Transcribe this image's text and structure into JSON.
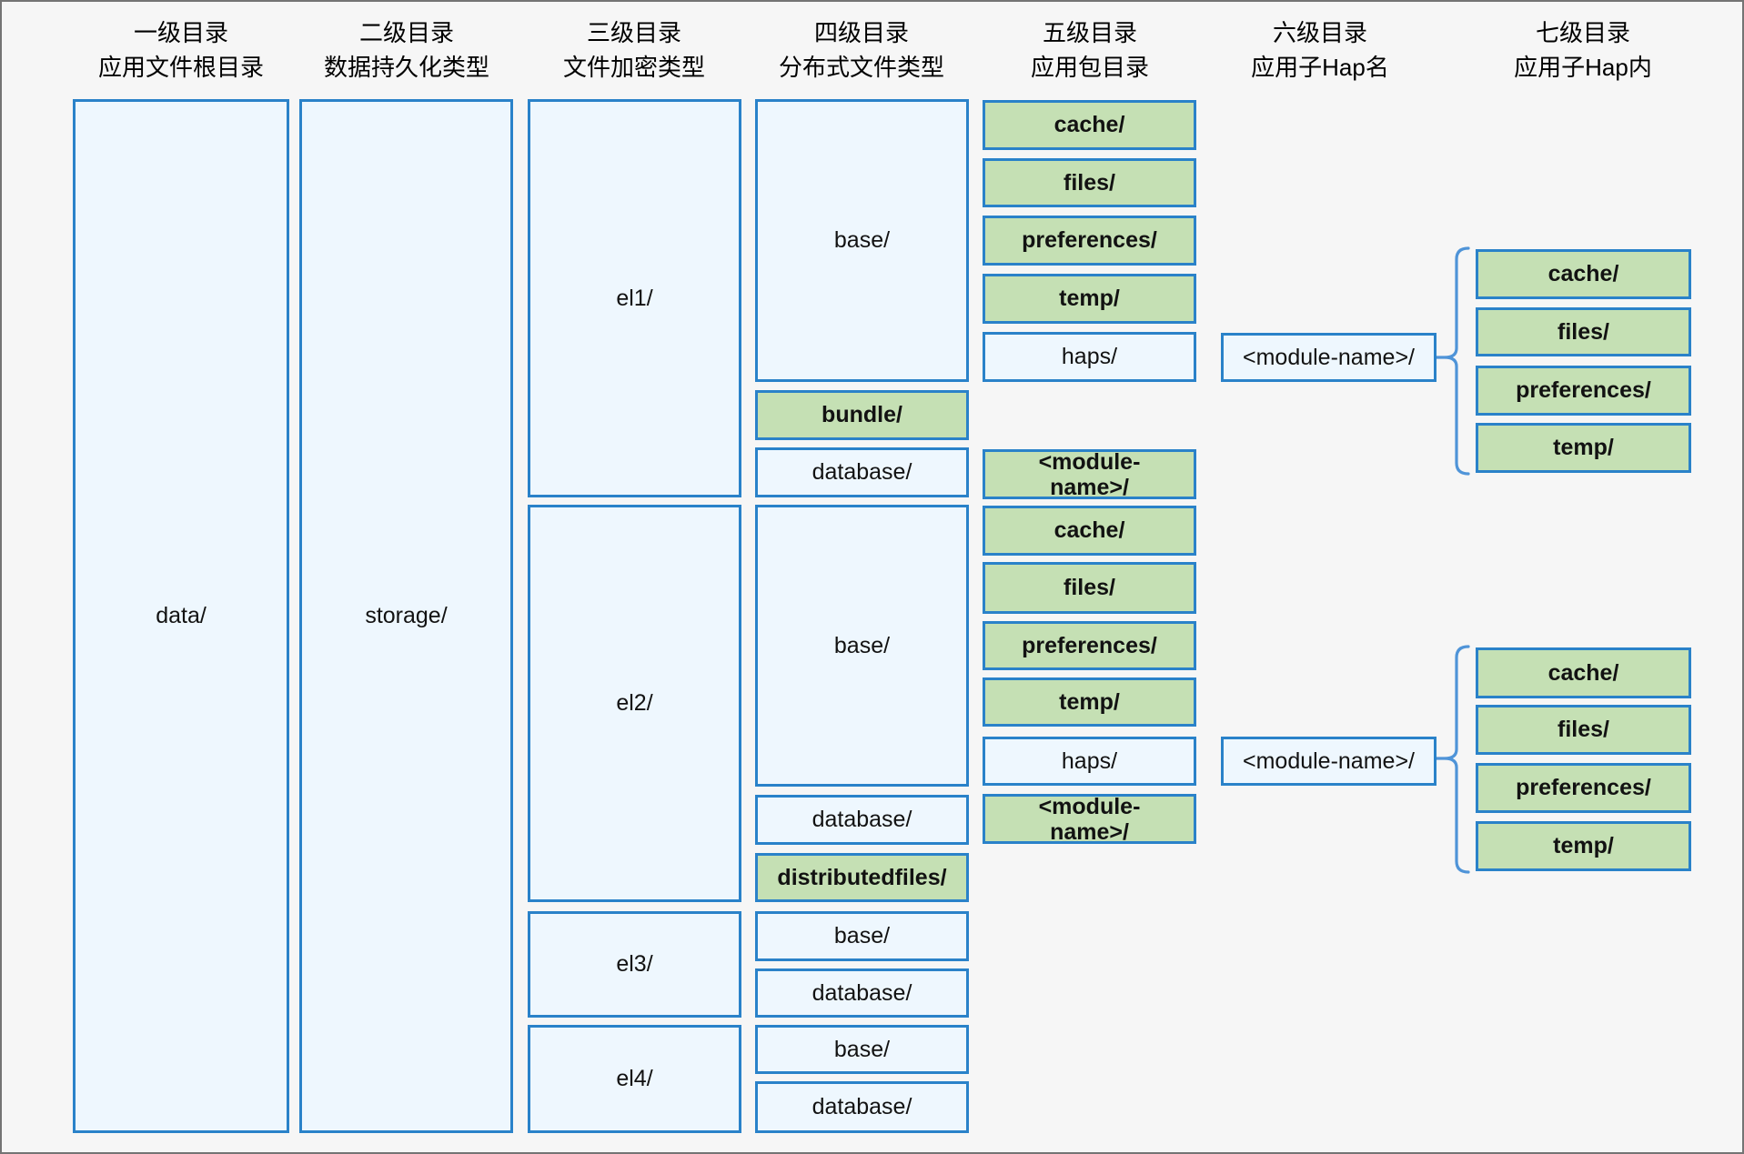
{
  "headers": [
    {
      "line1": "一级目录",
      "line2": "应用文件根目录"
    },
    {
      "line1": "二级目录",
      "line2": "数据持久化类型"
    },
    {
      "line1": "三级目录",
      "line2": "文件加密类型"
    },
    {
      "line1": "四级目录",
      "line2": "分布式文件类型"
    },
    {
      "line1": "五级目录",
      "line2": "应用包目录"
    },
    {
      "line1": "六级目录",
      "line2": "应用子Hap名"
    },
    {
      "line1": "七级目录",
      "line2": "应用子Hap内"
    }
  ],
  "tree": {
    "level1": {
      "data": "data/"
    },
    "level2": {
      "storage": "storage/"
    },
    "level3": {
      "el1": "el1/",
      "el2": "el2/",
      "el3": "el3/",
      "el4": "el4/"
    },
    "level4": {
      "el1_base": "base/",
      "el1_bundle": "bundle/",
      "el1_database": "database/",
      "el2_base": "base/",
      "el2_database": "database/",
      "el2_distributedfiles": "distributedfiles/",
      "el3_base": "base/",
      "el3_database": "database/",
      "el4_base": "base/",
      "el4_database": "database/"
    },
    "level5": {
      "el1_cache": "cache/",
      "el1_files": "files/",
      "el1_preferences": "preferences/",
      "el1_temp": "temp/",
      "el1_haps": "haps/",
      "el2_module_top": "<module-name>/",
      "el2_cache": "cache/",
      "el2_files": "files/",
      "el2_preferences": "preferences/",
      "el2_temp": "temp/",
      "el2_haps": "haps/",
      "el2_module_bottom": "<module-name>/"
    },
    "level6": {
      "module1": "<module-name>/",
      "module2": "<module-name>/"
    },
    "level7": {
      "hap1_cache": "cache/",
      "hap1_files": "files/",
      "hap1_preferences": "preferences/",
      "hap1_temp": "temp/",
      "hap2_cache": "cache/",
      "hap2_files": "files/",
      "hap2_preferences": "preferences/",
      "hap2_temp": "temp/"
    }
  },
  "colors": {
    "box_border": "#2a82c9",
    "box_fill_light": "#eef7fe",
    "box_fill_green": "#c5e0b4",
    "bracket": "#4f94d8",
    "background": "#f6f6f6",
    "frame_border": "#747474",
    "text": "#121212"
  }
}
